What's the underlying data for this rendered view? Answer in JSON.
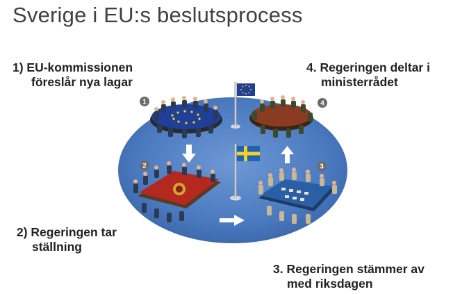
{
  "title": "Sverige i EU:s beslutsprocess",
  "steps": [
    {
      "line1": "1)  EU-kommissionen",
      "line2": "föreslår nya lagar",
      "badge": "1"
    },
    {
      "line1": "2) Regeringen tar",
      "line2": "ställning",
      "badge": "2"
    },
    {
      "line1": "3. Regeringen stämmer av",
      "line2": "med riksdagen",
      "badge": "3"
    },
    {
      "line1": "4. Regeringen deltar i",
      "line2": "ministerrådet",
      "badge": "4"
    }
  ],
  "colors": {
    "platform": "#3f6fb0",
    "eu_table": "#1f3f9a",
    "gov_table": "#b5281f",
    "riksdag_table": "#2a5fa8",
    "council_table": "#8a3b22",
    "arrow": "#ffffff",
    "badge": "#6b6b6b"
  },
  "icons": [
    "eu-flag-icon",
    "swedish-flag-icon",
    "arrow-down-icon",
    "arrow-right-icon",
    "arrow-up-icon"
  ]
}
